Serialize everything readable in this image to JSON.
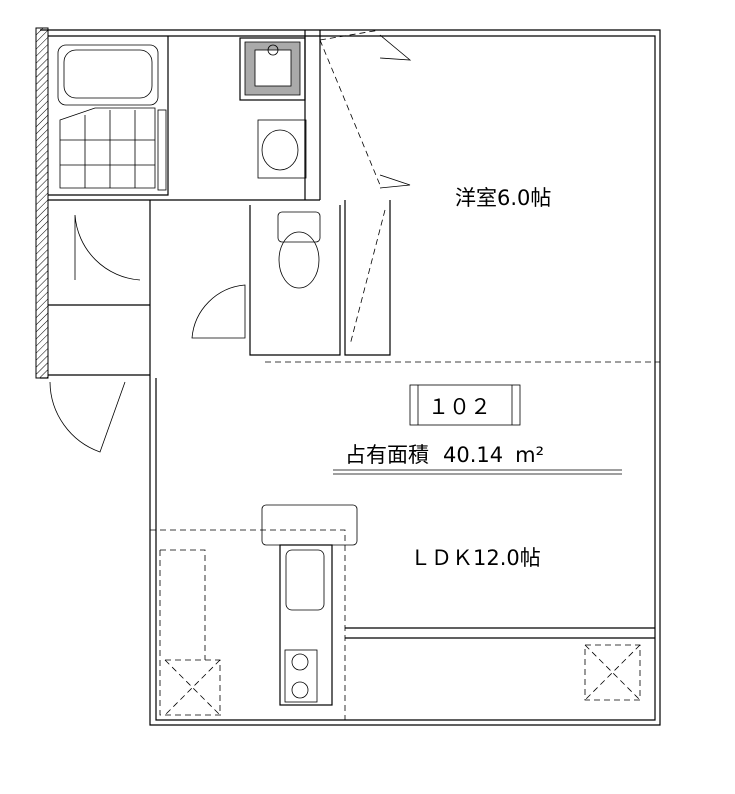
{
  "rooms": {
    "western_room": "洋室6.0帖",
    "ldk": "ＬＤＫ12.0帖"
  },
  "unit_number": "１０２",
  "area": {
    "label": "占有面積",
    "value": "40.14",
    "unit": "m²"
  }
}
